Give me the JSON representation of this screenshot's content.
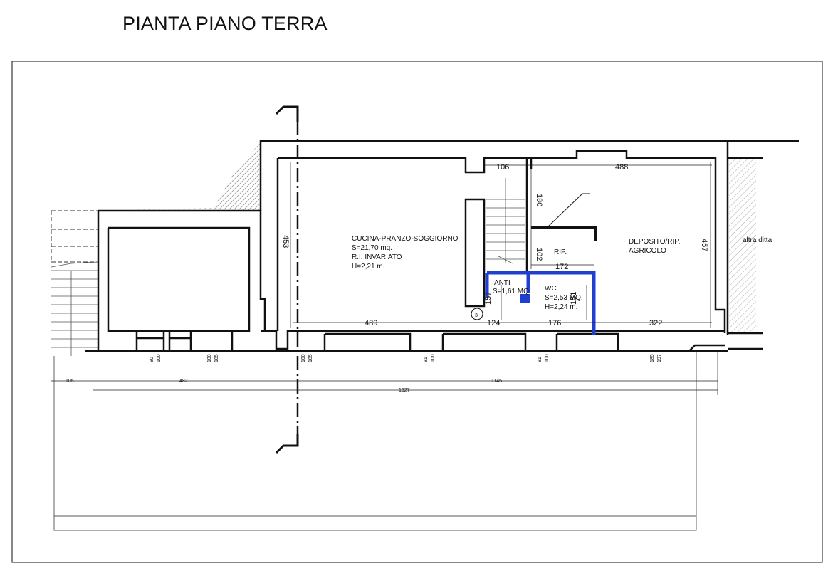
{
  "title": "PIANTA PIANO TERRA",
  "rooms": {
    "cucina": {
      "line1": "CUCINA-PRANZO-SOGGIORNO",
      "line2": "S=21,70 mq.",
      "line3": "R.I.   INVARIATO",
      "line4": "H=2,21 m."
    },
    "deposito": {
      "line1": "DEPOSITO/RIP.",
      "line2": "AGRICOLO"
    },
    "rip": "RIP.",
    "anti": {
      "line1": "ANTI",
      "line2": "S=1,61 MQ."
    },
    "wc": {
      "line1": "WC",
      "line2": "S=2,53 MQ.",
      "line3": "H=2,24 m."
    },
    "altra": "altra ditta"
  },
  "stair_number": "3",
  "dims": {
    "d106": "106",
    "d488": "488",
    "d180": "180",
    "d102": "102",
    "d172": "172",
    "d453": "453",
    "d457": "457",
    "d489": "489",
    "d124": "124",
    "d176": "176",
    "d322": "322",
    "d157": "157",
    "d151": "151",
    "b105": "105",
    "b482": "482",
    "b1145": "1145",
    "b1627": "1627",
    "s80": "80",
    "s100a": "100",
    "s100b": "100",
    "s185a": "185",
    "s100c": "100",
    "s185b": "185",
    "s81a": "81",
    "s100d": "100",
    "s81b": "81",
    "s100e": "100",
    "s185c": "185",
    "s197": "197"
  }
}
